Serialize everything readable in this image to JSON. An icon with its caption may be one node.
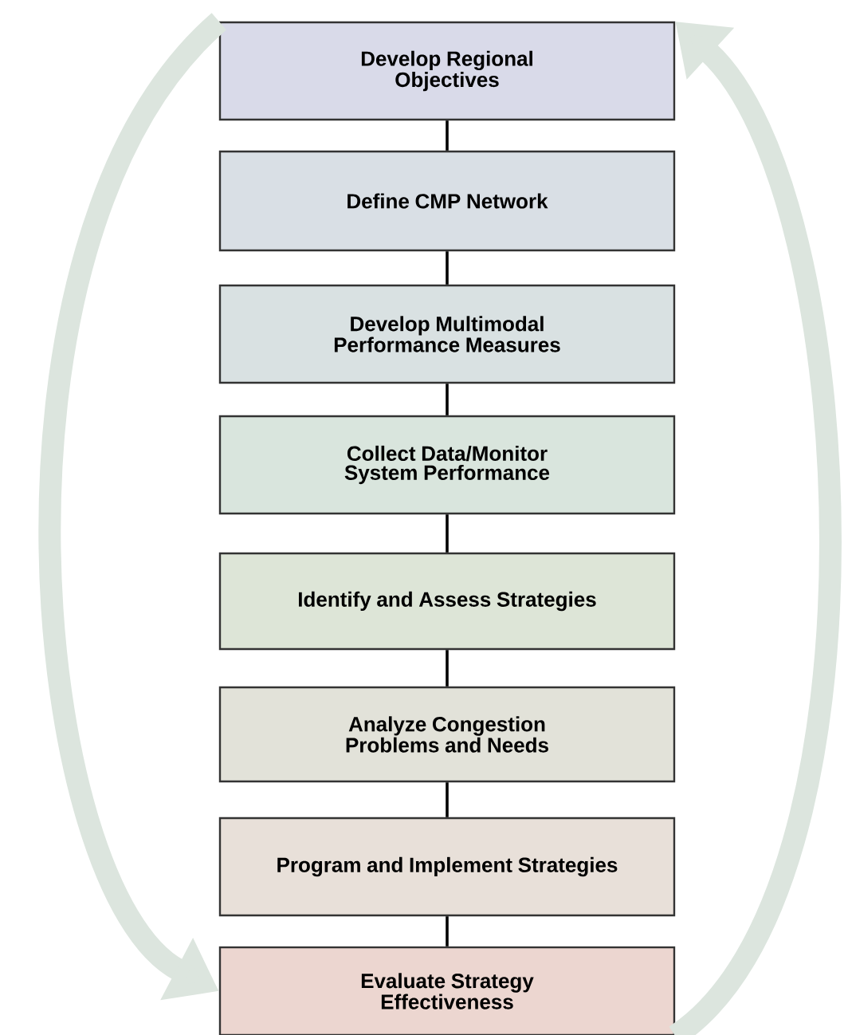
{
  "diagram": {
    "nodes": [
      {
        "text": [
          "Develop Regional Objectives"
        ]
      },
      {
        "text": [
          "Define CMP Network"
        ]
      },
      {
        "text": [
          "Develop Multimodal Performance Measures"
        ]
      },
      {
        "text": [
          "Collect Data/Monitor System Performance"
        ]
      },
      {
        "text": [
          "Identify and Assess Strategies"
        ]
      },
      {
        "text": [
          "Analyze Congestion Problems and Needs"
        ]
      },
      {
        "text": [
          "Program and Implement Strategies"
        ]
      },
      {
        "text": [
          "Evaluate Strategy Effectiveness"
        ]
      }
    ],
    "edges": [
      {
        "from": 0,
        "to": 1,
        "arrow": "none"
      },
      {
        "from": 1,
        "to": 2,
        "arrow": "none"
      },
      {
        "from": 2,
        "to": 3,
        "arrow": "none"
      },
      {
        "from": 3,
        "to": 4,
        "arrow": "none"
      },
      {
        "from": 4,
        "to": 5,
        "arrow": "none"
      },
      {
        "from": 5,
        "to": 6,
        "arrow": "none"
      },
      {
        "from": 6,
        "to": 7,
        "arrow": "none"
      },
      {
        "from": 0,
        "to": 7,
        "arrow": "to",
        "style": "thick",
        "color": "#dce5de"
      },
      {
        "from": 7,
        "to": 0,
        "arrow": "to",
        "style": "thick",
        "color": "#dce5de"
      }
    ]
  }
}
